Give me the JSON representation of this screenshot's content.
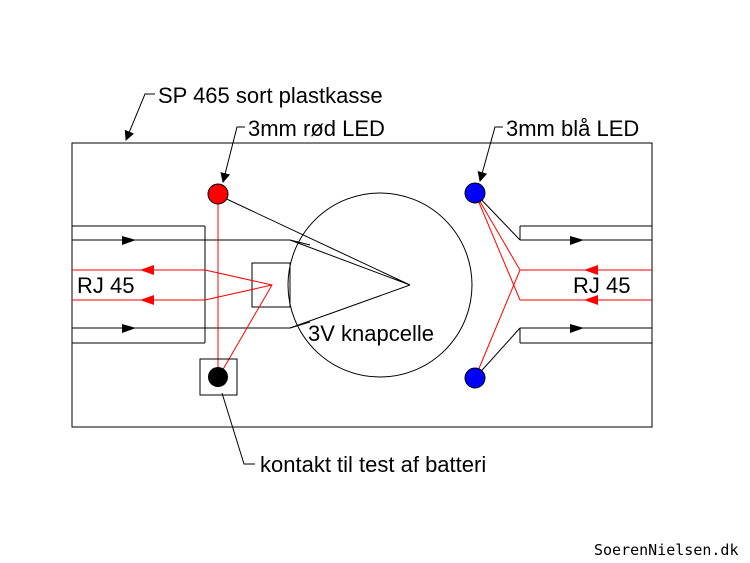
{
  "labels": {
    "box": "SP 465 sort plastkasse",
    "red_led": "3mm rød LED",
    "blue_led": "3mm blå LED",
    "rj45_left": "RJ 45",
    "rj45_right": "RJ 45",
    "battery": "3V knapcelle",
    "contact": "kontakt til test af batteri"
  },
  "credit": "SoerenNielsen.dk",
  "colors": {
    "red_led": "#ff0000",
    "blue_led": "#0000ff",
    "contact": "#000000",
    "wire_red": "#ff0000",
    "wire_black": "#000000"
  }
}
